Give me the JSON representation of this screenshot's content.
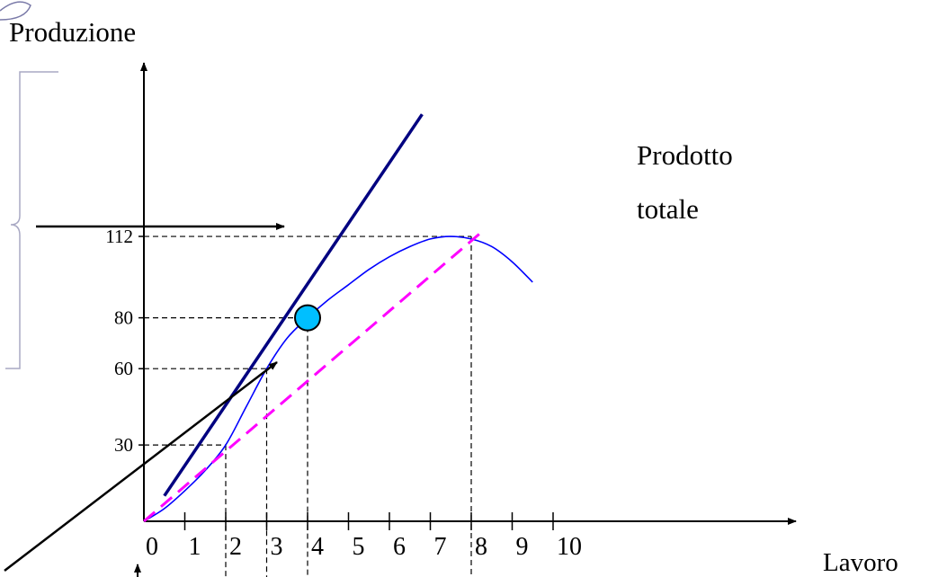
{
  "chart_data": {
    "type": "line",
    "ylabel": "Produzione",
    "xlabel": "Lavoro",
    "x_ticks": [
      0,
      1,
      2,
      3,
      4,
      5,
      6,
      7,
      8,
      9,
      10
    ],
    "x_tick_labels": [
      "0",
      "1",
      "2",
      "3",
      "4",
      "5",
      "6",
      "7",
      "8",
      "9",
      "10"
    ],
    "y_ticks": [
      30,
      60,
      80,
      112
    ],
    "y_tick_labels": [
      "30",
      "60",
      "80",
      "112"
    ],
    "series": [
      {
        "name": "Prodotto totale",
        "color": "#0000ff",
        "x": [
          0,
          0.5,
          1,
          1.5,
          2,
          2.5,
          3,
          3.5,
          4,
          4.5,
          5,
          5.5,
          6,
          6.5,
          7,
          7.5,
          8,
          8.5,
          9,
          9.5
        ],
        "y": [
          0,
          5,
          12,
          20,
          30,
          45,
          60,
          72,
          80,
          87,
          93,
          99,
          104,
          108,
          111,
          112,
          111,
          108,
          102,
          94
        ]
      }
    ],
    "annotations": {
      "tangent_line": {
        "color": "#000080",
        "x": [
          0.5,
          6.8
        ],
        "y": [
          10,
          160
        ]
      },
      "ray_from_origin": {
        "color": "#ff00ff",
        "style": "dashed",
        "x": [
          0,
          8.2
        ],
        "y": [
          0,
          113
        ]
      },
      "highlight_point": {
        "x": 4,
        "y": 80,
        "fill": "#00bfff"
      },
      "guides": [
        {
          "x": 4,
          "y": 80
        },
        {
          "x": 8,
          "y": 112
        },
        {
          "x": 3,
          "y": 60
        },
        {
          "x": 2,
          "y": 30
        }
      ]
    },
    "legend_label_lines": [
      "Prodotto",
      "totale"
    ]
  }
}
